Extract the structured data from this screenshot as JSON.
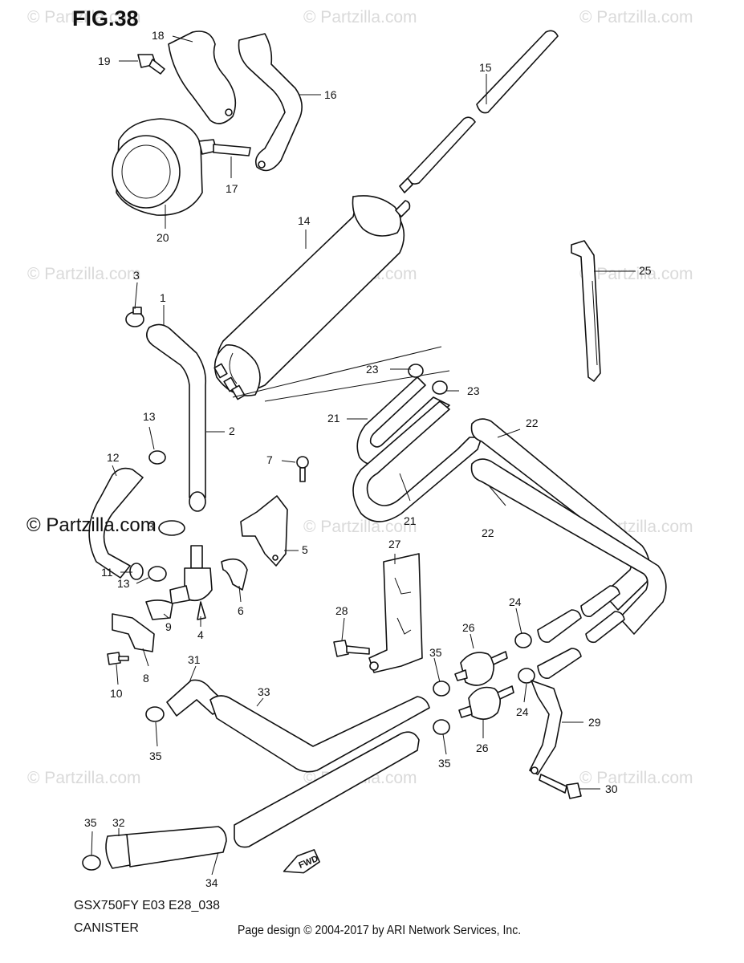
{
  "figure": {
    "title": "FIG.38",
    "model": "GSX750FY E03 E28_038",
    "section": "CANISTER",
    "credit": "Page design © 2004-2017 by ARI Network Services, Inc."
  },
  "watermark": {
    "text": "© Partzilla.com",
    "highlight_text": "© Partzilla.com"
  },
  "direction_marker": "FWD",
  "callouts": {
    "c1": "1",
    "c2": "2",
    "c3a": "3",
    "c3b": "3",
    "c4": "4",
    "c5": "5",
    "c6": "6",
    "c7": "7",
    "c8": "8",
    "c9": "9",
    "c10": "10",
    "c11": "11",
    "c12": "12",
    "c13a": "13",
    "c13b": "13",
    "c14": "14",
    "c15": "15",
    "c16": "16",
    "c17": "17",
    "c18": "18",
    "c19": "19",
    "c20": "20",
    "c21a": "21",
    "c21b": "21",
    "c22a": "22",
    "c22b": "22",
    "c23a": "23",
    "c23b": "23",
    "c24a": "24",
    "c24b": "24",
    "c25": "25",
    "c26a": "26",
    "c26b": "26",
    "c27": "27",
    "c28": "28",
    "c29": "29",
    "c30": "30",
    "c31": "31",
    "c32": "32",
    "c33": "33",
    "c34": "34",
    "c35a": "35",
    "c35b": "35",
    "c35c": "35",
    "c35d": "35"
  }
}
